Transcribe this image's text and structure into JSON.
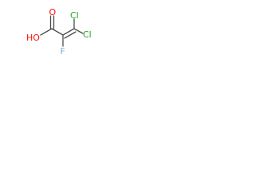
{
  "molecule": {
    "atoms": {
      "hydroxyl": "HO",
      "carbonyl_oxygen": "O",
      "chlorine_upper": "Cl",
      "chlorine_right": "Cl",
      "fluorine": "F"
    },
    "colors": {
      "oxygen": "#ff0d0d",
      "chlorine": "#1fa81f",
      "fluorine": "#7fb0e6",
      "carbon_bond": "#4d4d4d"
    }
  }
}
